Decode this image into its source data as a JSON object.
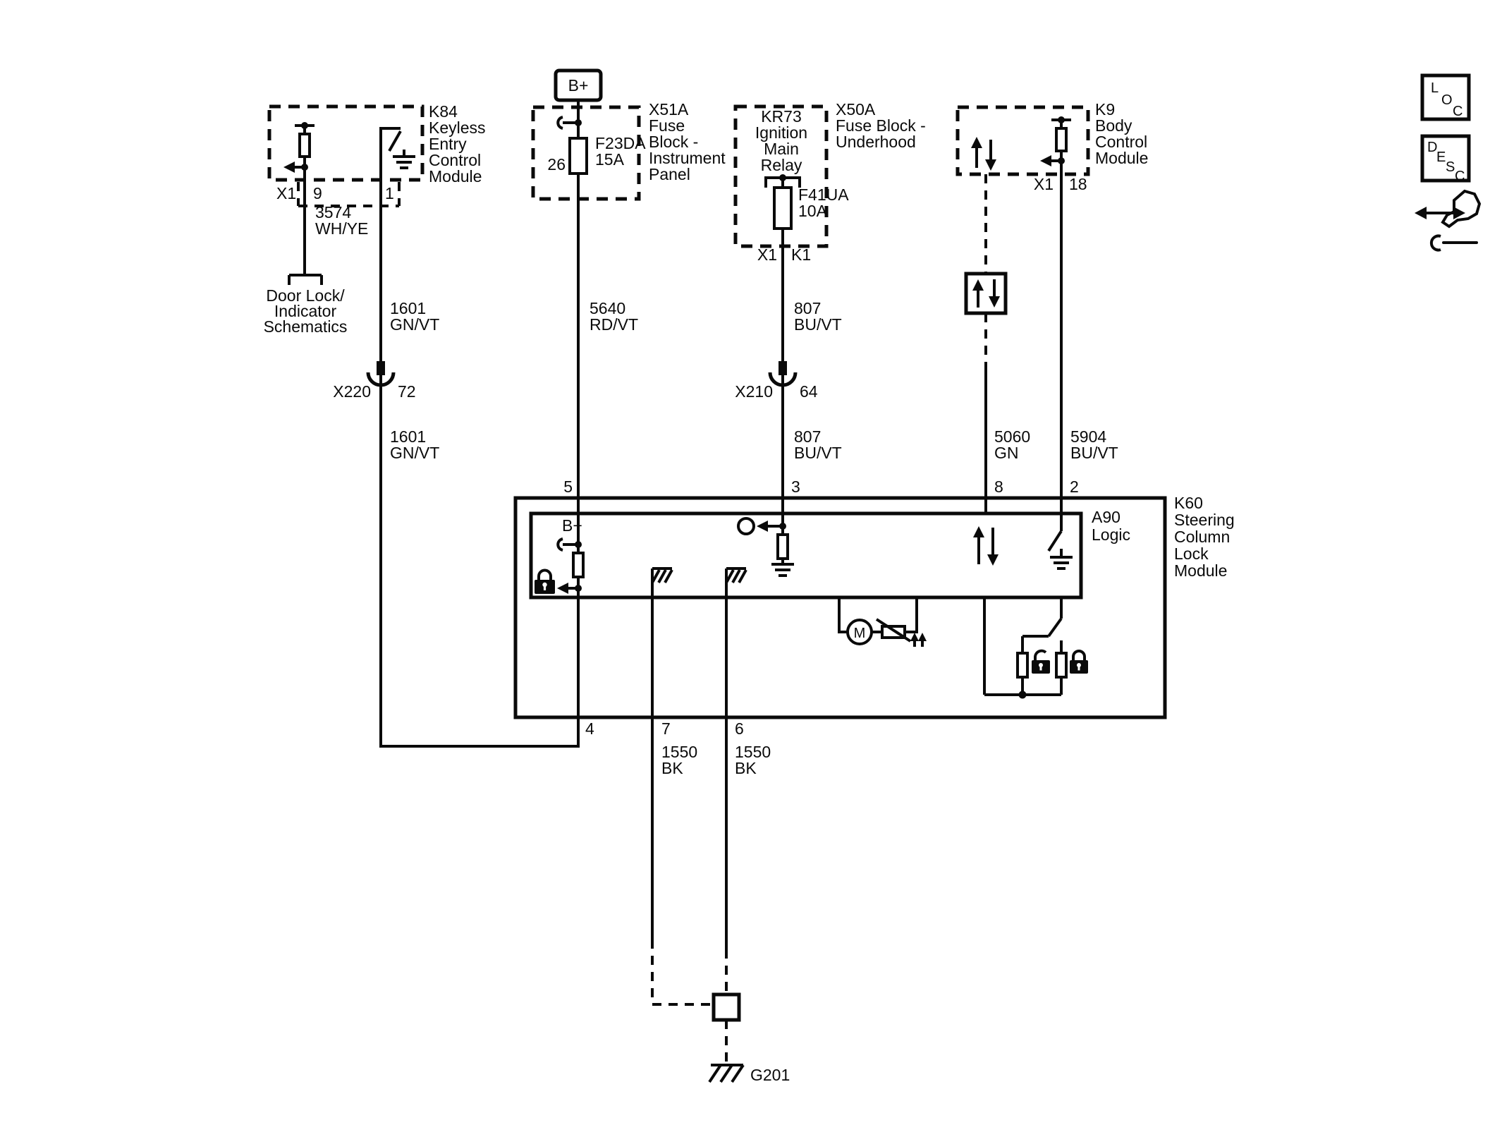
{
  "colors": {
    "ink": "#0a0a0a",
    "background": "#ffffff"
  },
  "icons": {
    "b-plus-terminal": "bold-rounded-box",
    "inline-connector": "cup-and-plug",
    "serial-data": "up-down-arrows",
    "ground-earth": "triple-bar-ground",
    "ground-chassis": "rake-ground",
    "padlock-closed": "lock-icon",
    "padlock-open": "unlock-icon",
    "motor": "circle-M",
    "offpage-bracket": "down-bracket",
    "repair-tool": "double-arrow-and-wrench"
  },
  "k84": {
    "id": "K84",
    "name": [
      "Keyless",
      "Entry",
      "Control",
      "Module"
    ],
    "conn": "X1",
    "pin_out": "9",
    "pin_gnd": "1"
  },
  "x51a": {
    "name": [
      "X51A",
      "Fuse",
      "Block -",
      "Instrument",
      "Panel"
    ],
    "supply": "B+",
    "fuse": "F23DA",
    "amps": "15A",
    "pin": "26"
  },
  "kr73": {
    "name": [
      "KR73",
      "Ignition",
      "Main",
      "Relay"
    ],
    "fuse": "F41UA",
    "amps": "10A",
    "conn": "X1",
    "pin": "K1"
  },
  "x50a": {
    "name": [
      "X50A",
      "Fuse Block -",
      "Underhood"
    ]
  },
  "k9": {
    "id": "K9",
    "name": [
      "Body",
      "Control",
      "Module"
    ],
    "conn": "X1",
    "pin": "18"
  },
  "k60": {
    "id": "K60",
    "name": [
      "Steering",
      "Column",
      "Lock",
      "Module"
    ],
    "logic_id": "A90",
    "logic_label": "Logic",
    "supply": "B+",
    "motor": "M",
    "pin_top_1": "5",
    "pin_top_2": "3",
    "pin_top_3": "8",
    "pin_top_4": "2",
    "pin_bot_1": "4",
    "pin_bot_2": "7",
    "pin_bot_3": "6"
  },
  "wires": {
    "w3574": {
      "circuit": "3574",
      "color": "WH/YE"
    },
    "w1601": {
      "circuit": "1601",
      "color": "GN/VT"
    },
    "w5640": {
      "circuit": "5640",
      "color": "RD/VT"
    },
    "w807": {
      "circuit": "807",
      "color": "BU/VT"
    },
    "w5060": {
      "circuit": "5060",
      "color": "GN"
    },
    "w5904": {
      "circuit": "5904",
      "color": "BU/VT"
    },
    "w1550": {
      "circuit": "1550",
      "color": "BK"
    }
  },
  "inline_connectors": {
    "x220": {
      "name": "X220",
      "pin": "72"
    },
    "x210": {
      "name": "X210",
      "pin": "64"
    }
  },
  "offpage": {
    "door_lock": [
      "Door Lock/",
      "Indicator",
      "Schematics"
    ]
  },
  "ground": {
    "g201": "G201"
  },
  "legend": {
    "loc": [
      "L",
      "O",
      "C"
    ],
    "desc": [
      "D",
      "E",
      "S",
      "C"
    ]
  }
}
